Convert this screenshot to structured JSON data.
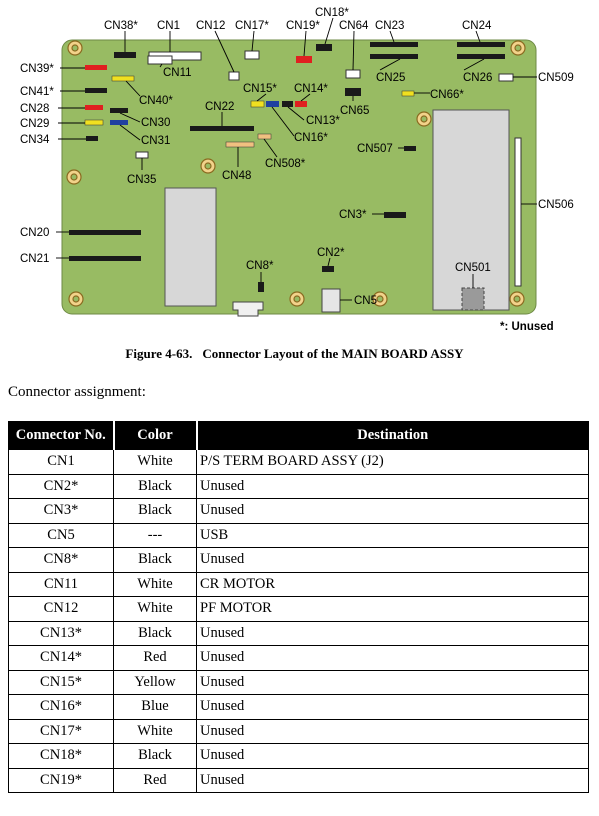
{
  "figure": {
    "board_color": "#98bb63",
    "unused_note": "*: Unused",
    "connector_colors": {
      "black": "#1a1a1a",
      "white": "#ffffff",
      "red": "#e02020",
      "yellow": "#f0e020",
      "blue": "#2040a0"
    },
    "labels": {
      "cn38": "CN38*",
      "cn1": "CN1",
      "cn12": "CN12",
      "cn17": "CN17*",
      "cn18": "CN18*",
      "cn19": "CN19*",
      "cn64": "CN64",
      "cn23": "CN23",
      "cn24": "CN24",
      "cn39": "CN39*",
      "cn11": "CN11",
      "cn41": "CN41*",
      "cn40": "CN40*",
      "cn28": "CN28",
      "cn30": "CN30",
      "cn29": "CN29",
      "cn31": "CN31",
      "cn34": "CN34",
      "cn35": "CN35",
      "cn22": "CN22",
      "cn15": "CN15*",
      "cn14": "CN14*",
      "cn13": "CN13*",
      "cn16": "CN16*",
      "cn508": "CN508*",
      "cn48": "CN48",
      "cn25": "CN25",
      "cn26": "CN26",
      "cn509": "CN509",
      "cn66": "CN66*",
      "cn65": "CN65",
      "cn507": "CN507",
      "cn3": "CN3*",
      "cn506": "CN506",
      "cn20": "CN20",
      "cn21": "CN21",
      "cn8": "CN8*",
      "cn2": "CN2*",
      "cn501": "CN501",
      "cn5": "CN5"
    }
  },
  "caption": {
    "number": "Figure 4-63.",
    "title": "Connector Layout of the MAIN BOARD ASSY"
  },
  "intro": "Connector assignment:",
  "table": {
    "headers": [
      "Connector No.",
      "Color",
      "Destination"
    ],
    "rows": [
      [
        "CN1",
        "White",
        "P/S TERM BOARD ASSY (J2)"
      ],
      [
        "CN2*",
        "Black",
        "Unused"
      ],
      [
        "CN3*",
        "Black",
        "Unused"
      ],
      [
        "CN5",
        "---",
        "USB"
      ],
      [
        "CN8*",
        "Black",
        "Unused"
      ],
      [
        "CN11",
        "White",
        "CR MOTOR"
      ],
      [
        "CN12",
        "White",
        "PF MOTOR"
      ],
      [
        "CN13*",
        "Black",
        "Unused"
      ],
      [
        "CN14*",
        "Red",
        "Unused"
      ],
      [
        "CN15*",
        "Yellow",
        "Unused"
      ],
      [
        "CN16*",
        "Blue",
        "Unused"
      ],
      [
        "CN17*",
        "White",
        "Unused"
      ],
      [
        "CN18*",
        "Black",
        "Unused"
      ],
      [
        "CN19*",
        "Red",
        "Unused"
      ]
    ]
  }
}
